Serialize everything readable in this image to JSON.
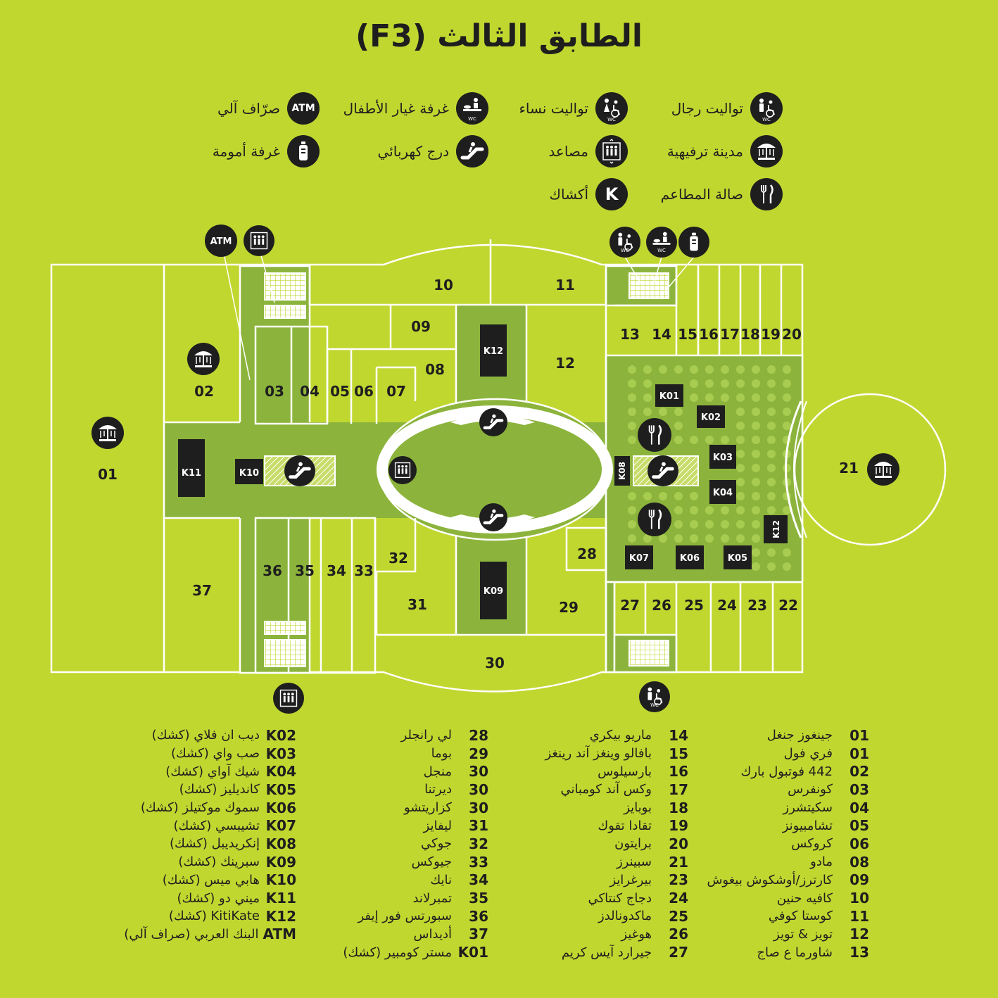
{
  "title": "الطابق الثالث (F3)",
  "legend": [
    {
      "icon": "mens-restroom-icon",
      "label": "تواليت رجال"
    },
    {
      "icon": "womens-restroom-icon",
      "label": "تواليت نساء"
    },
    {
      "icon": "baby-changing-icon",
      "label": "غرفة غيار الأطفال"
    },
    {
      "icon": "atm-icon",
      "label": "صرّاف آلي"
    },
    {
      "icon": "amusement-park-icon",
      "label": "مدينة ترفيهية"
    },
    {
      "icon": "elevator-icon",
      "label": "مصاعد"
    },
    {
      "icon": "escalator-icon",
      "label": "درج كهربائي"
    },
    {
      "icon": "nursing-room-icon",
      "label": "غرفة أمومة"
    },
    {
      "icon": "food-court-icon",
      "label": "صالة المطاعم"
    },
    {
      "icon": "kiosk-icon",
      "label": "أكشاك"
    }
  ],
  "icon_texts": {
    "atm": "ATM",
    "kiosk": "K",
    "wc": "WC"
  },
  "units": {
    "u01": "01",
    "u02": "02",
    "u03": "03",
    "u04": "04",
    "u05": "05",
    "u06": "06",
    "u07": "07",
    "u08": "08",
    "u09": "09",
    "u10": "10",
    "u11": "11",
    "u12": "12",
    "u13": "13",
    "u14": "14",
    "u15": "15",
    "u16": "16",
    "u17": "17",
    "u18": "18",
    "u19": "19",
    "u20": "20",
    "u21": "21",
    "u22": "22",
    "u23": "23",
    "u24": "24",
    "u25": "25",
    "u26": "26",
    "u27": "27",
    "u28": "28",
    "u29": "29",
    "u30": "30",
    "u31": "31",
    "u32": "32",
    "u33": "33",
    "u34": "34",
    "u35": "35",
    "u36": "36",
    "u37": "37"
  },
  "kiosks": {
    "k01": "K01",
    "k02": "K02",
    "k03": "K03",
    "k04": "K04",
    "k05": "K05",
    "k06": "K06",
    "k07": "K07",
    "k08": "K08",
    "k09": "K09",
    "k10": "K10",
    "k11": "K11",
    "k12": "K12",
    "k12b": "K12"
  },
  "directory": [
    [
      {
        "code": "01",
        "name": "جينغوز جنغل"
      },
      {
        "code": "01",
        "name": "فري فول"
      },
      {
        "code": "02",
        "name": "442 فوتبول بارك"
      },
      {
        "code": "03",
        "name": "كونفرس"
      },
      {
        "code": "04",
        "name": "سكيتشرز"
      },
      {
        "code": "05",
        "name": "تشامبيونز"
      },
      {
        "code": "06",
        "name": "كروكس"
      },
      {
        "code": "08",
        "name": "مادو"
      },
      {
        "code": "09",
        "name": "كارترز/أوشكوش بيغوش"
      },
      {
        "code": "10",
        "name": "كافيه حنين"
      },
      {
        "code": "11",
        "name": "كوستا كوفي"
      },
      {
        "code": "12",
        "name": "تويز & تويز"
      },
      {
        "code": "13",
        "name": "شاورما ع صاج"
      }
    ],
    [
      {
        "code": "14",
        "name": "ماريو بيكري"
      },
      {
        "code": "15",
        "name": "بافالو وينغز آند رينغز"
      },
      {
        "code": "16",
        "name": "بارسيلوس"
      },
      {
        "code": "17",
        "name": "وكس آند كومباني"
      },
      {
        "code": "18",
        "name": "بوبايز"
      },
      {
        "code": "19",
        "name": "تقادا تقوك"
      },
      {
        "code": "20",
        "name": "برايتون"
      },
      {
        "code": "21",
        "name": "سبينرز"
      },
      {
        "code": "23",
        "name": "بيرغرايز"
      },
      {
        "code": "24",
        "name": "دجاج كنتاكي"
      },
      {
        "code": "25",
        "name": "ماكدونالدز"
      },
      {
        "code": "26",
        "name": "هوغيز"
      },
      {
        "code": "27",
        "name": "جيرارد آيس كريم"
      }
    ],
    [
      {
        "code": "28",
        "name": "لي رانجلر"
      },
      {
        "code": "29",
        "name": "بوما"
      },
      {
        "code": "30",
        "name": "منجل"
      },
      {
        "code": "30",
        "name": "ديرتنا"
      },
      {
        "code": "30",
        "name": "كزاريتشو"
      },
      {
        "code": "31",
        "name": "ليفايز"
      },
      {
        "code": "32",
        "name": "جوكي"
      },
      {
        "code": "33",
        "name": "جيوكس"
      },
      {
        "code": "34",
        "name": "نايك"
      },
      {
        "code": "35",
        "name": "تمبرلاند"
      },
      {
        "code": "36",
        "name": "سبورتس فور إيفر"
      },
      {
        "code": "37",
        "name": "أديداس"
      },
      {
        "code": "K01",
        "name": "مستر كومبير (كشك)"
      }
    ],
    [
      {
        "code": "K02",
        "name": "ديب ان فلاي (كشك)"
      },
      {
        "code": "K03",
        "name": "صب واي (كشك)"
      },
      {
        "code": "K04",
        "name": "شيك آواي (كشك)"
      },
      {
        "code": "K05",
        "name": "كانديليز (كشك)"
      },
      {
        "code": "K06",
        "name": "سموك موكتيلز (كشك)"
      },
      {
        "code": "K07",
        "name": "تشيبسي (كشك)"
      },
      {
        "code": "K08",
        "name": "إنكريديبل (كشك)"
      },
      {
        "code": "K09",
        "name": "سبرينك (كشك)"
      },
      {
        "code": "K10",
        "name": "هابي ميس (كشك)"
      },
      {
        "code": "K11",
        "name": "ميني دو (كشك)"
      },
      {
        "code": "K12",
        "name": "KitiKate (كشك)"
      },
      {
        "code": "ATM",
        "name": "البنك العربي (صراف آلي)"
      }
    ]
  ],
  "colors": {
    "background": "#c0d730",
    "corridor": "#8cb43c",
    "dark": "#1e1e1e",
    "line": "#ffffff"
  }
}
